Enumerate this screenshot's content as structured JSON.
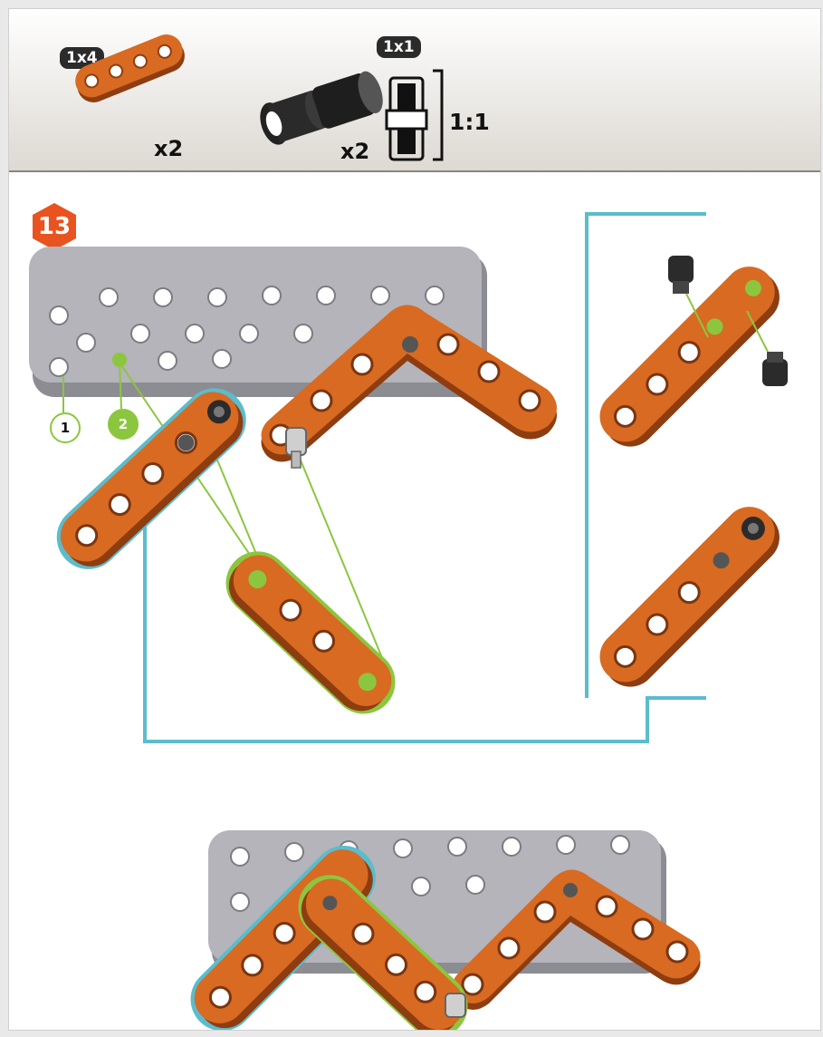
{
  "header": {
    "beam_part": {
      "size_label": "1x4",
      "quantity": "x2"
    },
    "pin_part": {
      "quantity": "x2"
    },
    "scale_ref": {
      "size_label": "1x1",
      "ratio": "1:1"
    }
  },
  "step": {
    "number": "13"
  },
  "callouts": [
    {
      "label": "1"
    },
    {
      "label": "2"
    }
  ],
  "colors": {
    "step_badge": "#e8531f",
    "beam_orange": "#d86a22",
    "beam_edge": "#8e3d10",
    "plate_gray": "#a9a9b0",
    "highlight_blue": "#5bbccc",
    "highlight_green": "#8cc63f"
  }
}
